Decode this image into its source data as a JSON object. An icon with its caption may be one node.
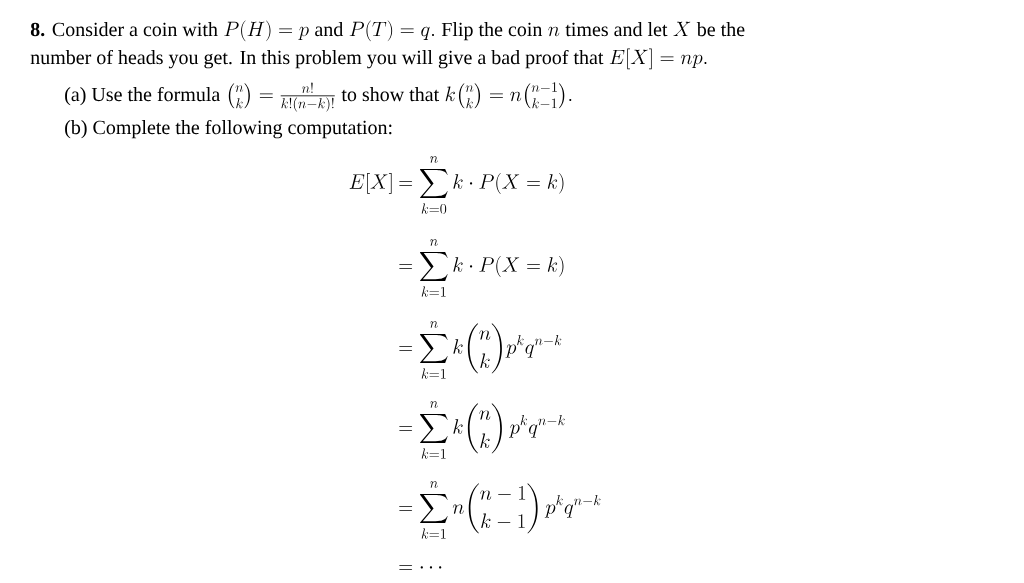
{
  "diagram": {
    "labels": [
      "**8.** Consider a coin with",
      "P(H) = p",
      "and",
      "P(T) = q.",
      "Flip the coin",
      "n",
      "times and let",
      "X",
      "be the",
      "number of heads you get. In this problem you will give a bad proof that",
      "E[X] = np.",
      "(a) Use the formula",
      "\\tbinom{n}{k} = \\tfrac{n!}{k!(n-k)!}",
      "to show that",
      "k\\tbinom{n}{k} = n\\tbinom{n-1}{k-1}.",
      "(b) Complete the following computation:",
      "E[X]",
      "= \\sum_{k=0}^{n} k \\cdot P(X = k)",
      "= \\sum_{k=1}^{n} k \\cdot P(X = k)",
      "= \\sum_{k=1}^{n} k \\binom{n}{k} p^k q^{n-k}",
      "= \\sum_{k=1}^{n} k \\binom{n}{k}\\, p^k q^{n-k}",
      "= \\sum_{k=1}^{n} n \\binom{n-1}{k-1}\\, p^k q^{n-k}",
      "= \\cdots"
    ]
  }
}
